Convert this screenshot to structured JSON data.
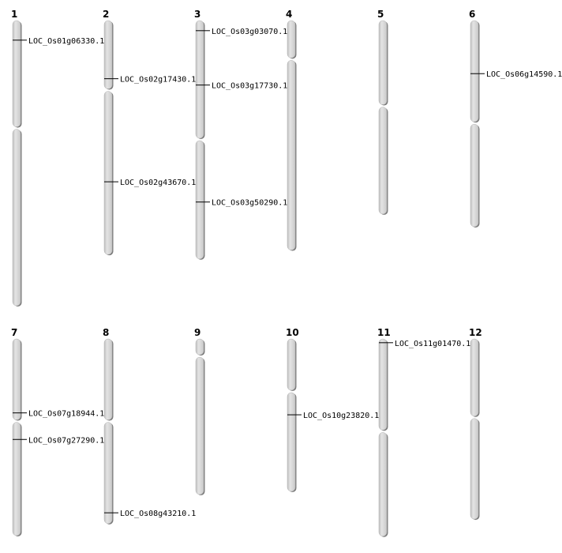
{
  "chromosomes": [
    {
      "id": "1",
      "label": "1",
      "length_mb": 45.1,
      "centromere_mb": 17.0,
      "genes": [
        {
          "name": "LOC_Os01g06330.1",
          "pos_mb": 3.1
        }
      ]
    },
    {
      "id": "2",
      "label": "2",
      "length_mb": 37.0,
      "centromere_mb": 11.0,
      "genes": [
        {
          "name": "LOC_Os02g17430.1",
          "pos_mb": 9.2
        },
        {
          "name": "LOC_Os02g43670.1",
          "pos_mb": 25.5
        }
      ]
    },
    {
      "id": "3",
      "label": "3",
      "length_mb": 37.7,
      "centromere_mb": 18.8,
      "genes": [
        {
          "name": "LOC_Os03g03070.1",
          "pos_mb": 1.6
        },
        {
          "name": "LOC_Os03g17730.1",
          "pos_mb": 10.2
        },
        {
          "name": "LOC_Os03g50290.1",
          "pos_mb": 28.7
        }
      ]
    },
    {
      "id": "4",
      "label": "4",
      "length_mb": 36.3,
      "centromere_mb": 6.1,
      "genes": []
    },
    {
      "id": "5",
      "label": "5",
      "length_mb": 30.6,
      "centromere_mb": 13.5,
      "genes": []
    },
    {
      "id": "6",
      "label": "6",
      "length_mb": 32.6,
      "centromere_mb": 16.2,
      "genes": [
        {
          "name": "LOC_Os06g14590.1",
          "pos_mb": 8.4
        }
      ]
    },
    {
      "id": "7",
      "label": "7",
      "length_mb": 31.1,
      "centromere_mb": 13.0,
      "genes": [
        {
          "name": "LOC_Os07g18944.1",
          "pos_mb": 11.7
        },
        {
          "name": "LOC_Os07g27290.1",
          "pos_mb": 15.9
        }
      ]
    },
    {
      "id": "8",
      "label": "8",
      "length_mb": 29.2,
      "centromere_mb": 13.0,
      "genes": [
        {
          "name": "LOC_Os08g43210.1",
          "pos_mb": 27.5
        }
      ]
    },
    {
      "id": "9",
      "label": "9",
      "length_mb": 24.6,
      "centromere_mb": 2.7,
      "genes": []
    },
    {
      "id": "10",
      "label": "10",
      "length_mb": 24.1,
      "centromere_mb": 8.3,
      "genes": [
        {
          "name": "LOC_Os10g23820.1",
          "pos_mb": 12.0
        }
      ]
    },
    {
      "id": "11",
      "label": "11",
      "length_mb": 31.2,
      "centromere_mb": 14.6,
      "genes": [
        {
          "name": "LOC_Os11g01470.1",
          "pos_mb": 0.6
        }
      ]
    },
    {
      "id": "12",
      "label": "12",
      "length_mb": 28.5,
      "centromere_mb": 12.4,
      "genes": []
    }
  ],
  "colors": {
    "chromosome_fill": "#d3d3d3",
    "chromosome_shadow": "#7a7a7a",
    "tick": "#000000"
  }
}
